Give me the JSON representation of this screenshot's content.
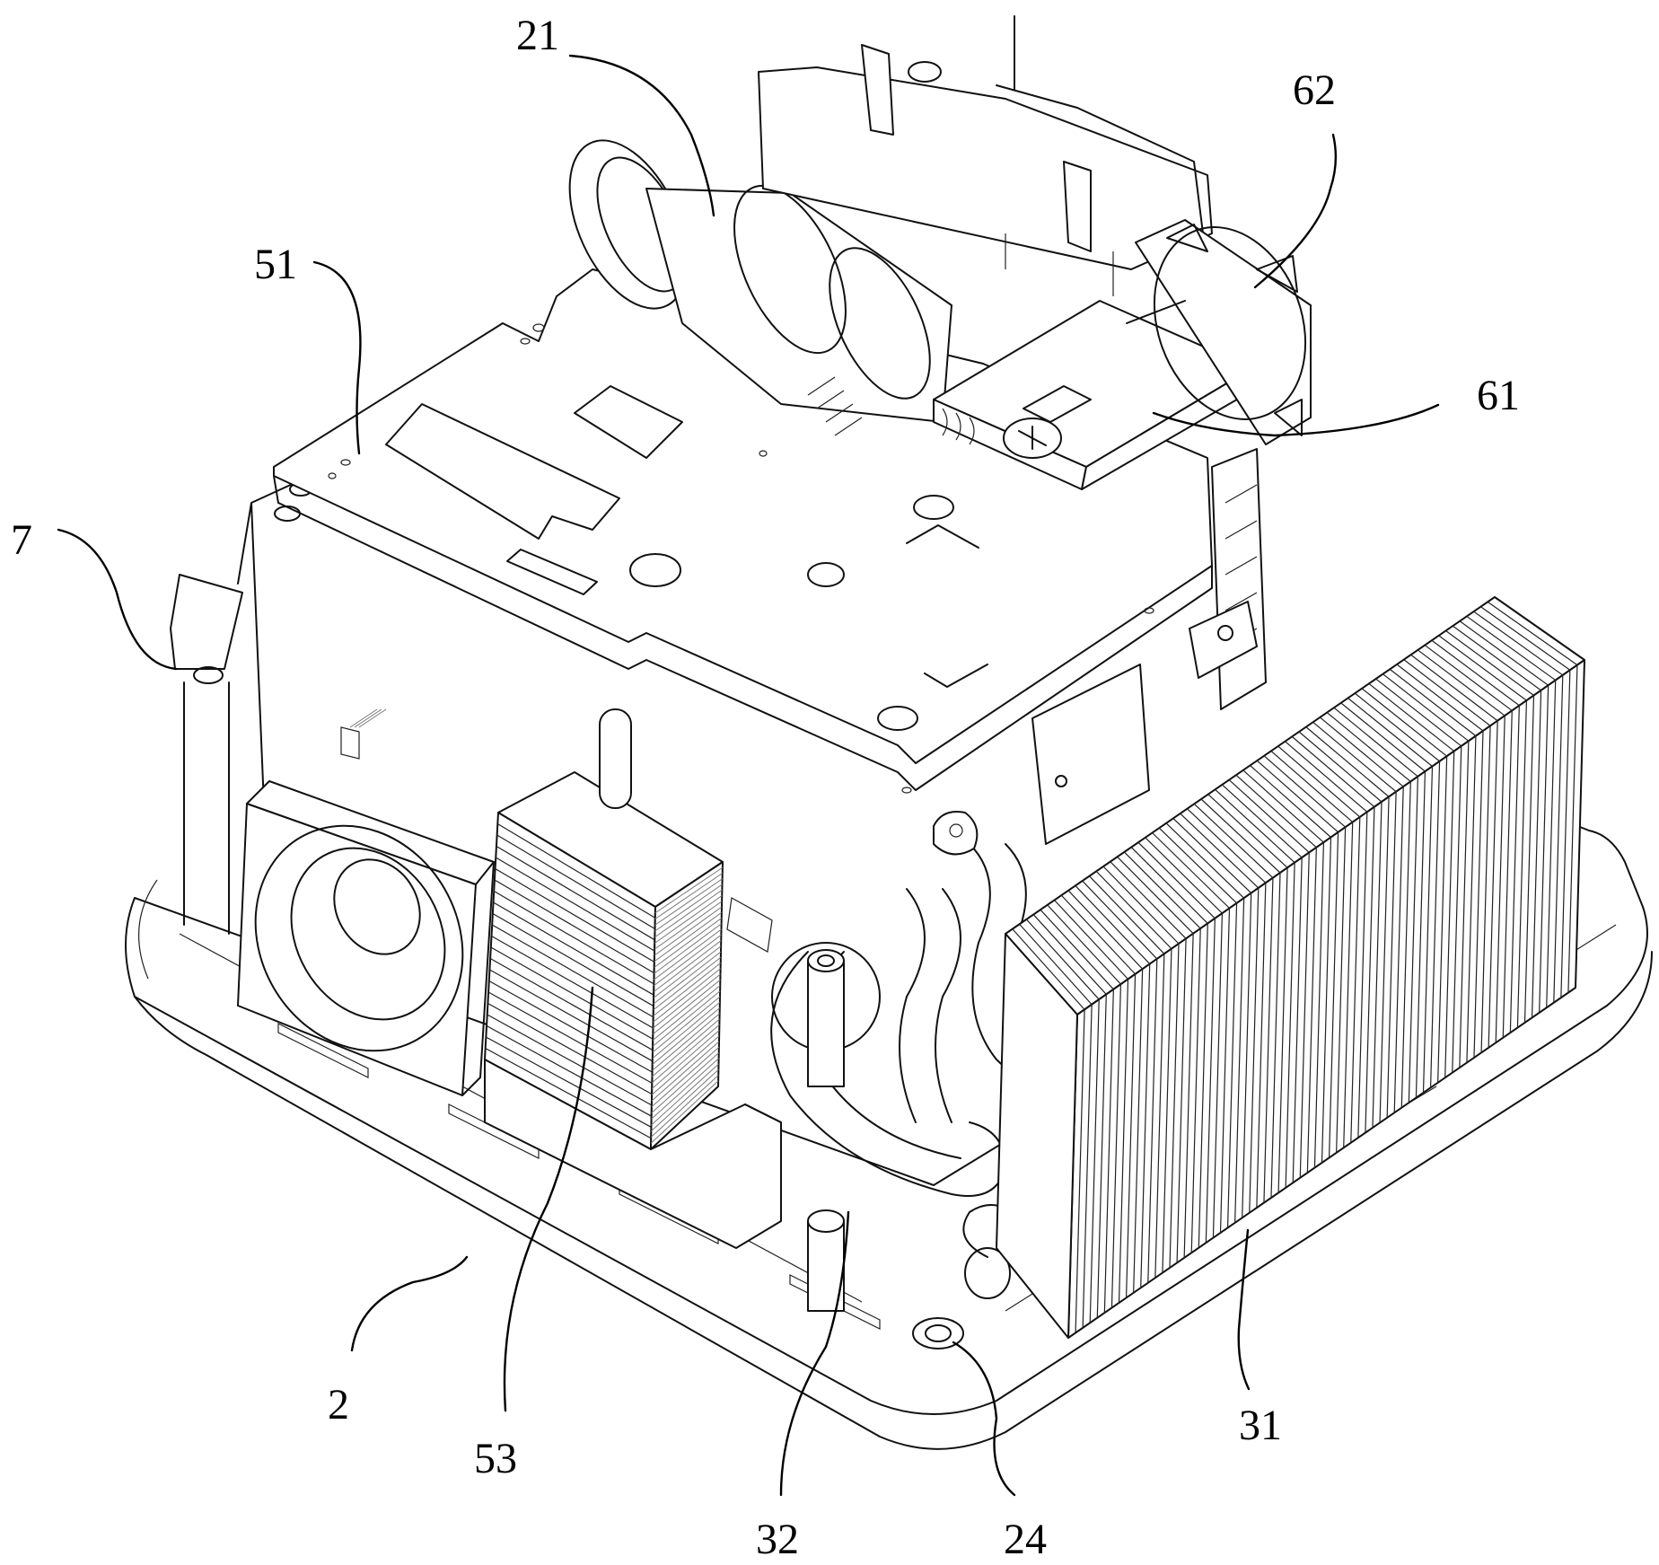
{
  "figure": {
    "type": "patent-line-drawing",
    "subject": "projector internal assembly (perspective view)",
    "background_color": "#ffffff",
    "line_color": "#111111"
  },
  "reference_numerals": [
    {
      "id": "21",
      "label": "21",
      "part": "projection lens"
    },
    {
      "id": "62",
      "label": "62",
      "part": "fan (upper right)"
    },
    {
      "id": "51",
      "label": "51",
      "part": "top mounting plate"
    },
    {
      "id": "61",
      "label": "61",
      "part": "bracket / cover block"
    },
    {
      "id": "7",
      "label": "7",
      "part": "mounting lug"
    },
    {
      "id": "2",
      "label": "2",
      "part": "base housing"
    },
    {
      "id": "53",
      "label": "53",
      "part": "small heat sink"
    },
    {
      "id": "32",
      "label": "32",
      "part": "heat pipe"
    },
    {
      "id": "24",
      "label": "24",
      "part": "boss / screw post"
    },
    {
      "id": "31",
      "label": "31",
      "part": "large heat sink fins"
    }
  ]
}
